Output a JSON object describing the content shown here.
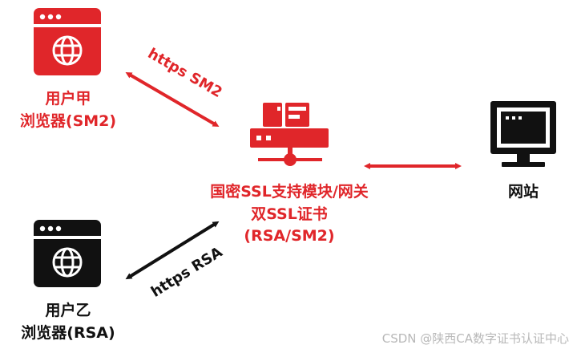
{
  "colors": {
    "red": "#e0262a",
    "black": "#111111"
  },
  "user_a": {
    "line1": "用户甲",
    "line2": "浏览器(SM2)",
    "icon": "browser-globe-icon"
  },
  "user_b": {
    "line1": "用户乙",
    "line2": "浏览器(RSA)",
    "icon": "browser-globe-icon"
  },
  "gateway": {
    "line1": "国密SSL支持模块/网关",
    "line2": "双SSL证书",
    "line3": "(RSA/SM2)",
    "icon": "server-icon"
  },
  "website": {
    "label": "网站",
    "icon": "monitor-icon"
  },
  "links": {
    "sm2": "https SM2",
    "rsa": "https RSA"
  },
  "watermark": "CSDN @陕西CA数字证书认证中心"
}
